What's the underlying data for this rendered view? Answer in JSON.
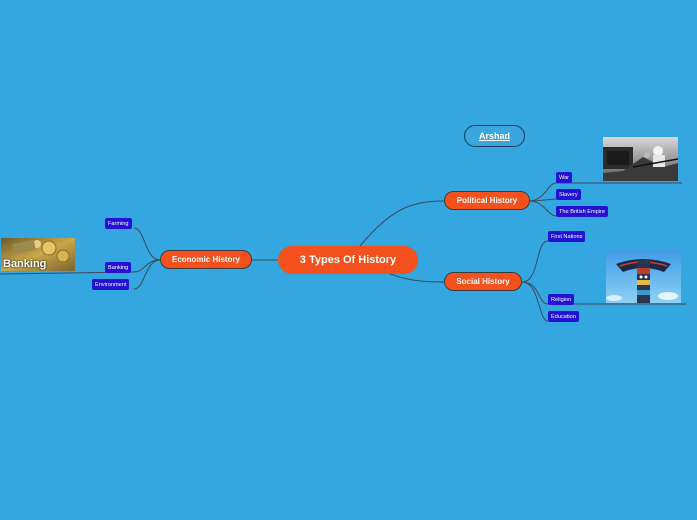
{
  "central": "3 Types Of History",
  "author": "Arshad",
  "branches": {
    "political": "Political History",
    "social": "Social History",
    "economic": "Economic History"
  },
  "topics": {
    "war": "War",
    "slavery": "Slavery",
    "british_empire": "The British Empire",
    "first_nations": "First Nations",
    "religion": "Religion",
    "education": "Education",
    "farming": "Farming",
    "banking": "Banking",
    "environment": "Environment"
  },
  "images": {
    "banking_caption": "Banking",
    "war_photo_icon": "war-photo-icon",
    "totem_pole_icon": "totem-pole-icon",
    "money_icon": "money-icon"
  },
  "colors": {
    "background": "#34a6e0",
    "main_node": "#f4511e",
    "sub_node": "#2312d6",
    "connector": "#3a4a5a"
  }
}
